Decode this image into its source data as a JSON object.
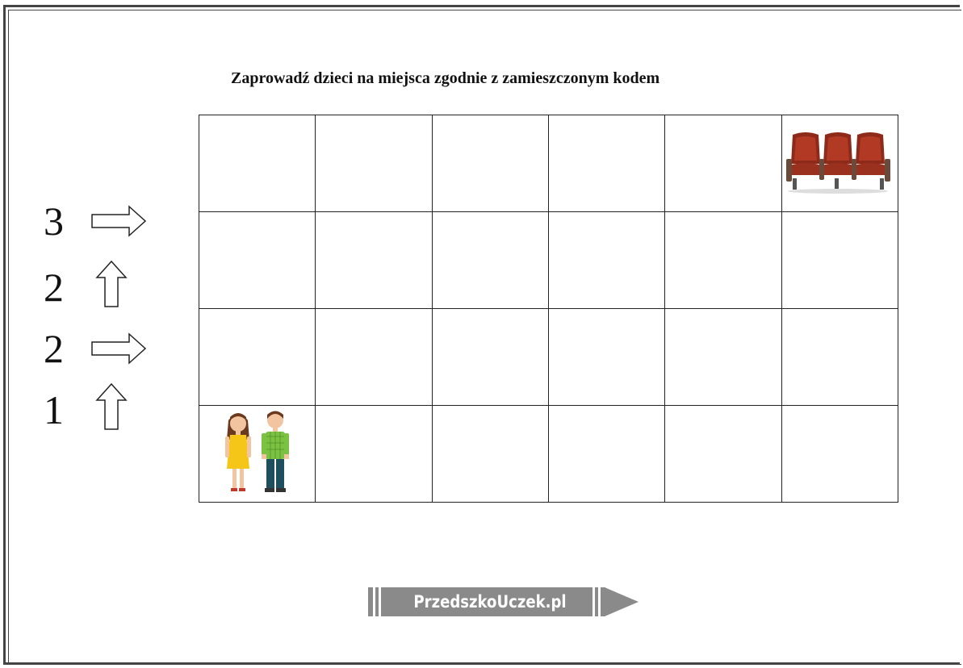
{
  "title": "Zaprowadź dzieci na miejsca zgodnie z zamieszczonym kodem",
  "grid": {
    "rows": 4,
    "cols": 6,
    "start_cell": "row 4, column 1",
    "target_cell": "row 1, column 6",
    "start_icon": "children-couple-icon",
    "target_icon": "theater-seats-icon"
  },
  "code": [
    {
      "count": "3",
      "direction": "right",
      "icon": "arrow-right-icon"
    },
    {
      "count": "2",
      "direction": "up",
      "icon": "arrow-up-icon"
    },
    {
      "count": "2",
      "direction": "right",
      "icon": "arrow-right-icon"
    },
    {
      "count": "1",
      "direction": "up",
      "icon": "arrow-up-icon"
    }
  ],
  "logo": {
    "text": "PrzedszkoUczek.pl",
    "color": "#8a8a8a"
  }
}
